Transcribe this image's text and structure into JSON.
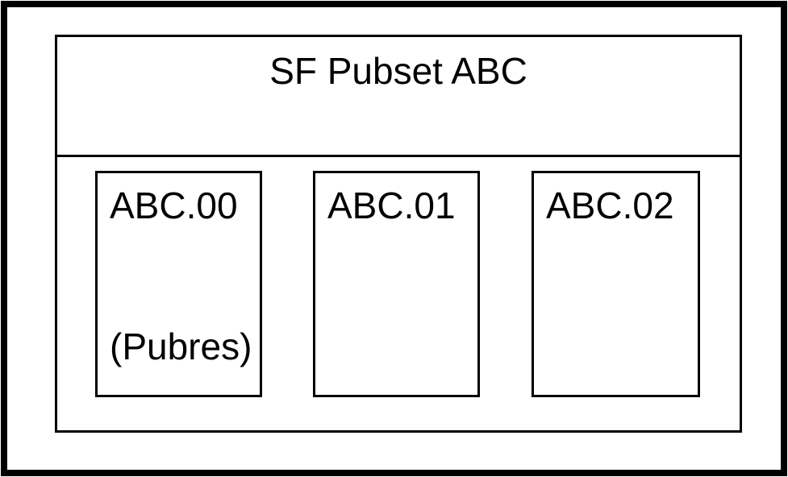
{
  "diagram": {
    "title": "SF Pubset ABC",
    "volumes": [
      {
        "label": "ABC.00",
        "sublabel": "(Pubres)"
      },
      {
        "label": "ABC.01",
        "sublabel": ""
      },
      {
        "label": "ABC.02",
        "sublabel": ""
      }
    ],
    "colors": {
      "border": "#000000",
      "background": "#ffffff",
      "text": "#000000"
    }
  }
}
